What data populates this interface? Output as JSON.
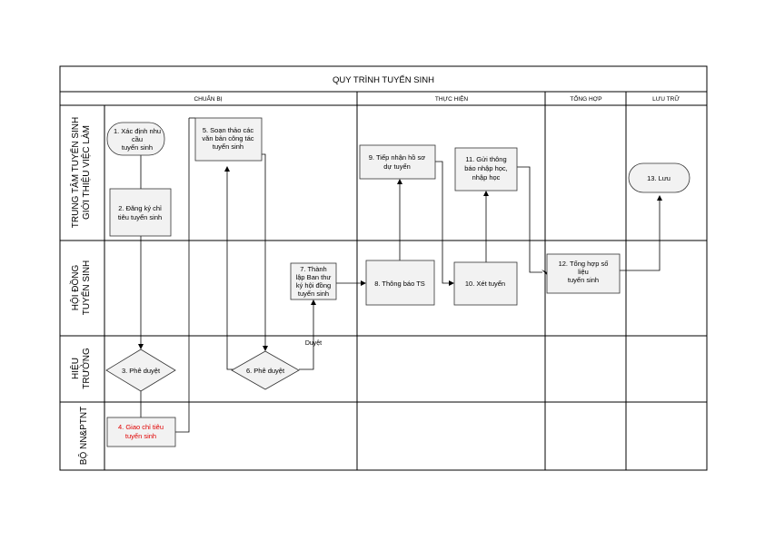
{
  "title": "QUY TRÌNH TUYỂN SINH",
  "phases": [
    "CHUẨN BỊ",
    "THỰC HIỆN",
    "TỔNG HỢP",
    "LƯU TRỮ"
  ],
  "lanes": [
    [
      "TRUNG TÂM TUYỂN SINH",
      "GIỚI THIỆU VIỆC LÀM"
    ],
    [
      "HỘI ĐỒNG",
      "TUYỂN SINH"
    ],
    [
      "HIỆU",
      "TRƯỞNG"
    ],
    [
      "BỘ NN&PTNT"
    ]
  ],
  "nodes": {
    "n1": [
      "1. Xác định nhu",
      "cầu",
      "tuyển sinh"
    ],
    "n2": [
      "2. Đăng ký chỉ",
      "tiêu tuyển sinh"
    ],
    "n3": [
      "3. Phê duyệt"
    ],
    "n4": [
      "4. Giao chỉ tiêu",
      "tuyển sinh"
    ],
    "n5": [
      "5. Soạn thảo các",
      "văn bản công tác",
      "tuyển sinh"
    ],
    "n6": [
      "6. Phê duyệt"
    ],
    "n7": [
      "7. Thành",
      "lập Ban thư",
      "ký hội đồng",
      "tuyển sinh"
    ],
    "n8": [
      "8. Thông báo TS"
    ],
    "n9": [
      "9. Tiếp nhận hồ sơ",
      "dự tuyển"
    ],
    "n10": [
      "10. Xét tuyển"
    ],
    "n11": [
      "11. Gửi thông",
      "báo nhập học,",
      "nhập học"
    ],
    "n12": [
      "12. Tổng hợp số",
      "liệu",
      "tuyển sinh"
    ],
    "n13": [
      "13. Lưu"
    ]
  },
  "edge_labels": {
    "approve": "Duyệt"
  }
}
